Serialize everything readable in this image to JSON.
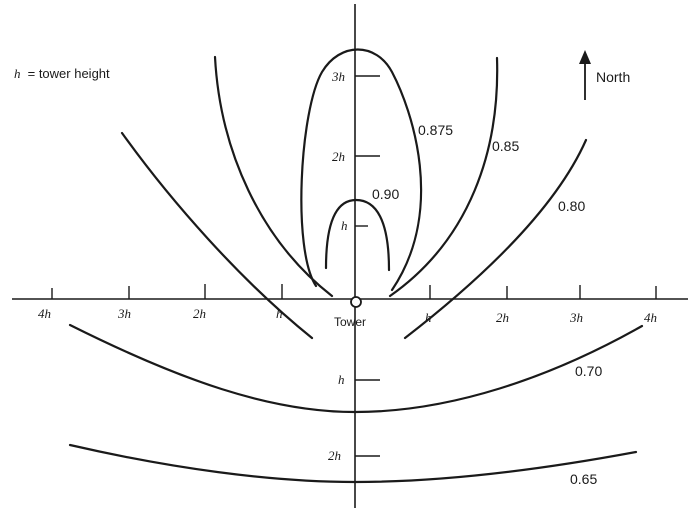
{
  "legend": {
    "symbol": "h",
    "text": " = tower height"
  },
  "north_label": "North",
  "tower_label": "Tower",
  "x_ticks": [
    "4h",
    "3h",
    "2h",
    "h",
    "h",
    "2h",
    "3h",
    "4h"
  ],
  "y_ticks_up": [
    "h",
    "2h",
    "3h"
  ],
  "y_ticks_down": [
    "h",
    "2h"
  ],
  "contours": [
    "0.90",
    "0.875",
    "0.85",
    "0.80",
    "0.70",
    "0.65"
  ]
}
